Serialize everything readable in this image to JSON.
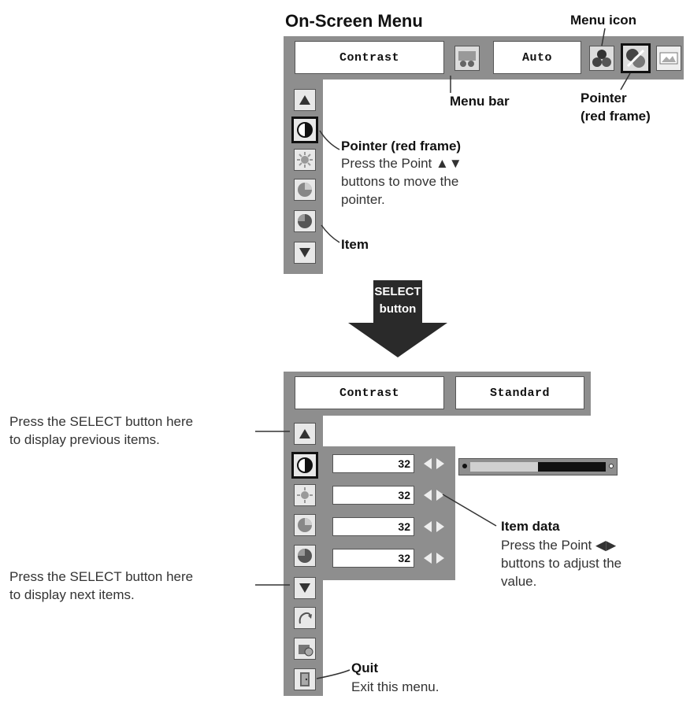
{
  "title": "On-Screen Menu",
  "callouts": {
    "menu_icon": "Menu icon",
    "menu_bar": "Menu bar",
    "pointer_line1": "Pointer",
    "pointer_line2": "(red frame)",
    "pointer_heading": "Pointer (red frame)",
    "pointer_desc": [
      "Press the Point ▲▼",
      "buttons to move the",
      "pointer."
    ],
    "item": "Item",
    "select_line1": "SELECT",
    "select_line2": "button",
    "prev_desc": [
      "Press the SELECT button here",
      "to display previous items."
    ],
    "next_desc": [
      "Press the SELECT button here",
      "to display next items."
    ],
    "item_data_heading": "Item data",
    "item_data_desc": [
      "Press the Point ◀▶",
      "buttons to adjust the",
      "value."
    ],
    "quit_heading": "Quit",
    "quit_desc": "Exit this menu."
  },
  "top_menu": {
    "field1": "Contrast",
    "field2": "Auto",
    "items": [
      "up-arrow-icon",
      "contrast-icon",
      "brightness-icon",
      "color-icon",
      "tint-icon",
      "down-arrow-icon"
    ]
  },
  "bottom_menu": {
    "field1": "Contrast",
    "field2": "Standard",
    "values": [
      "32",
      "32",
      "32",
      "32"
    ],
    "slider_fraction": 0.5
  }
}
